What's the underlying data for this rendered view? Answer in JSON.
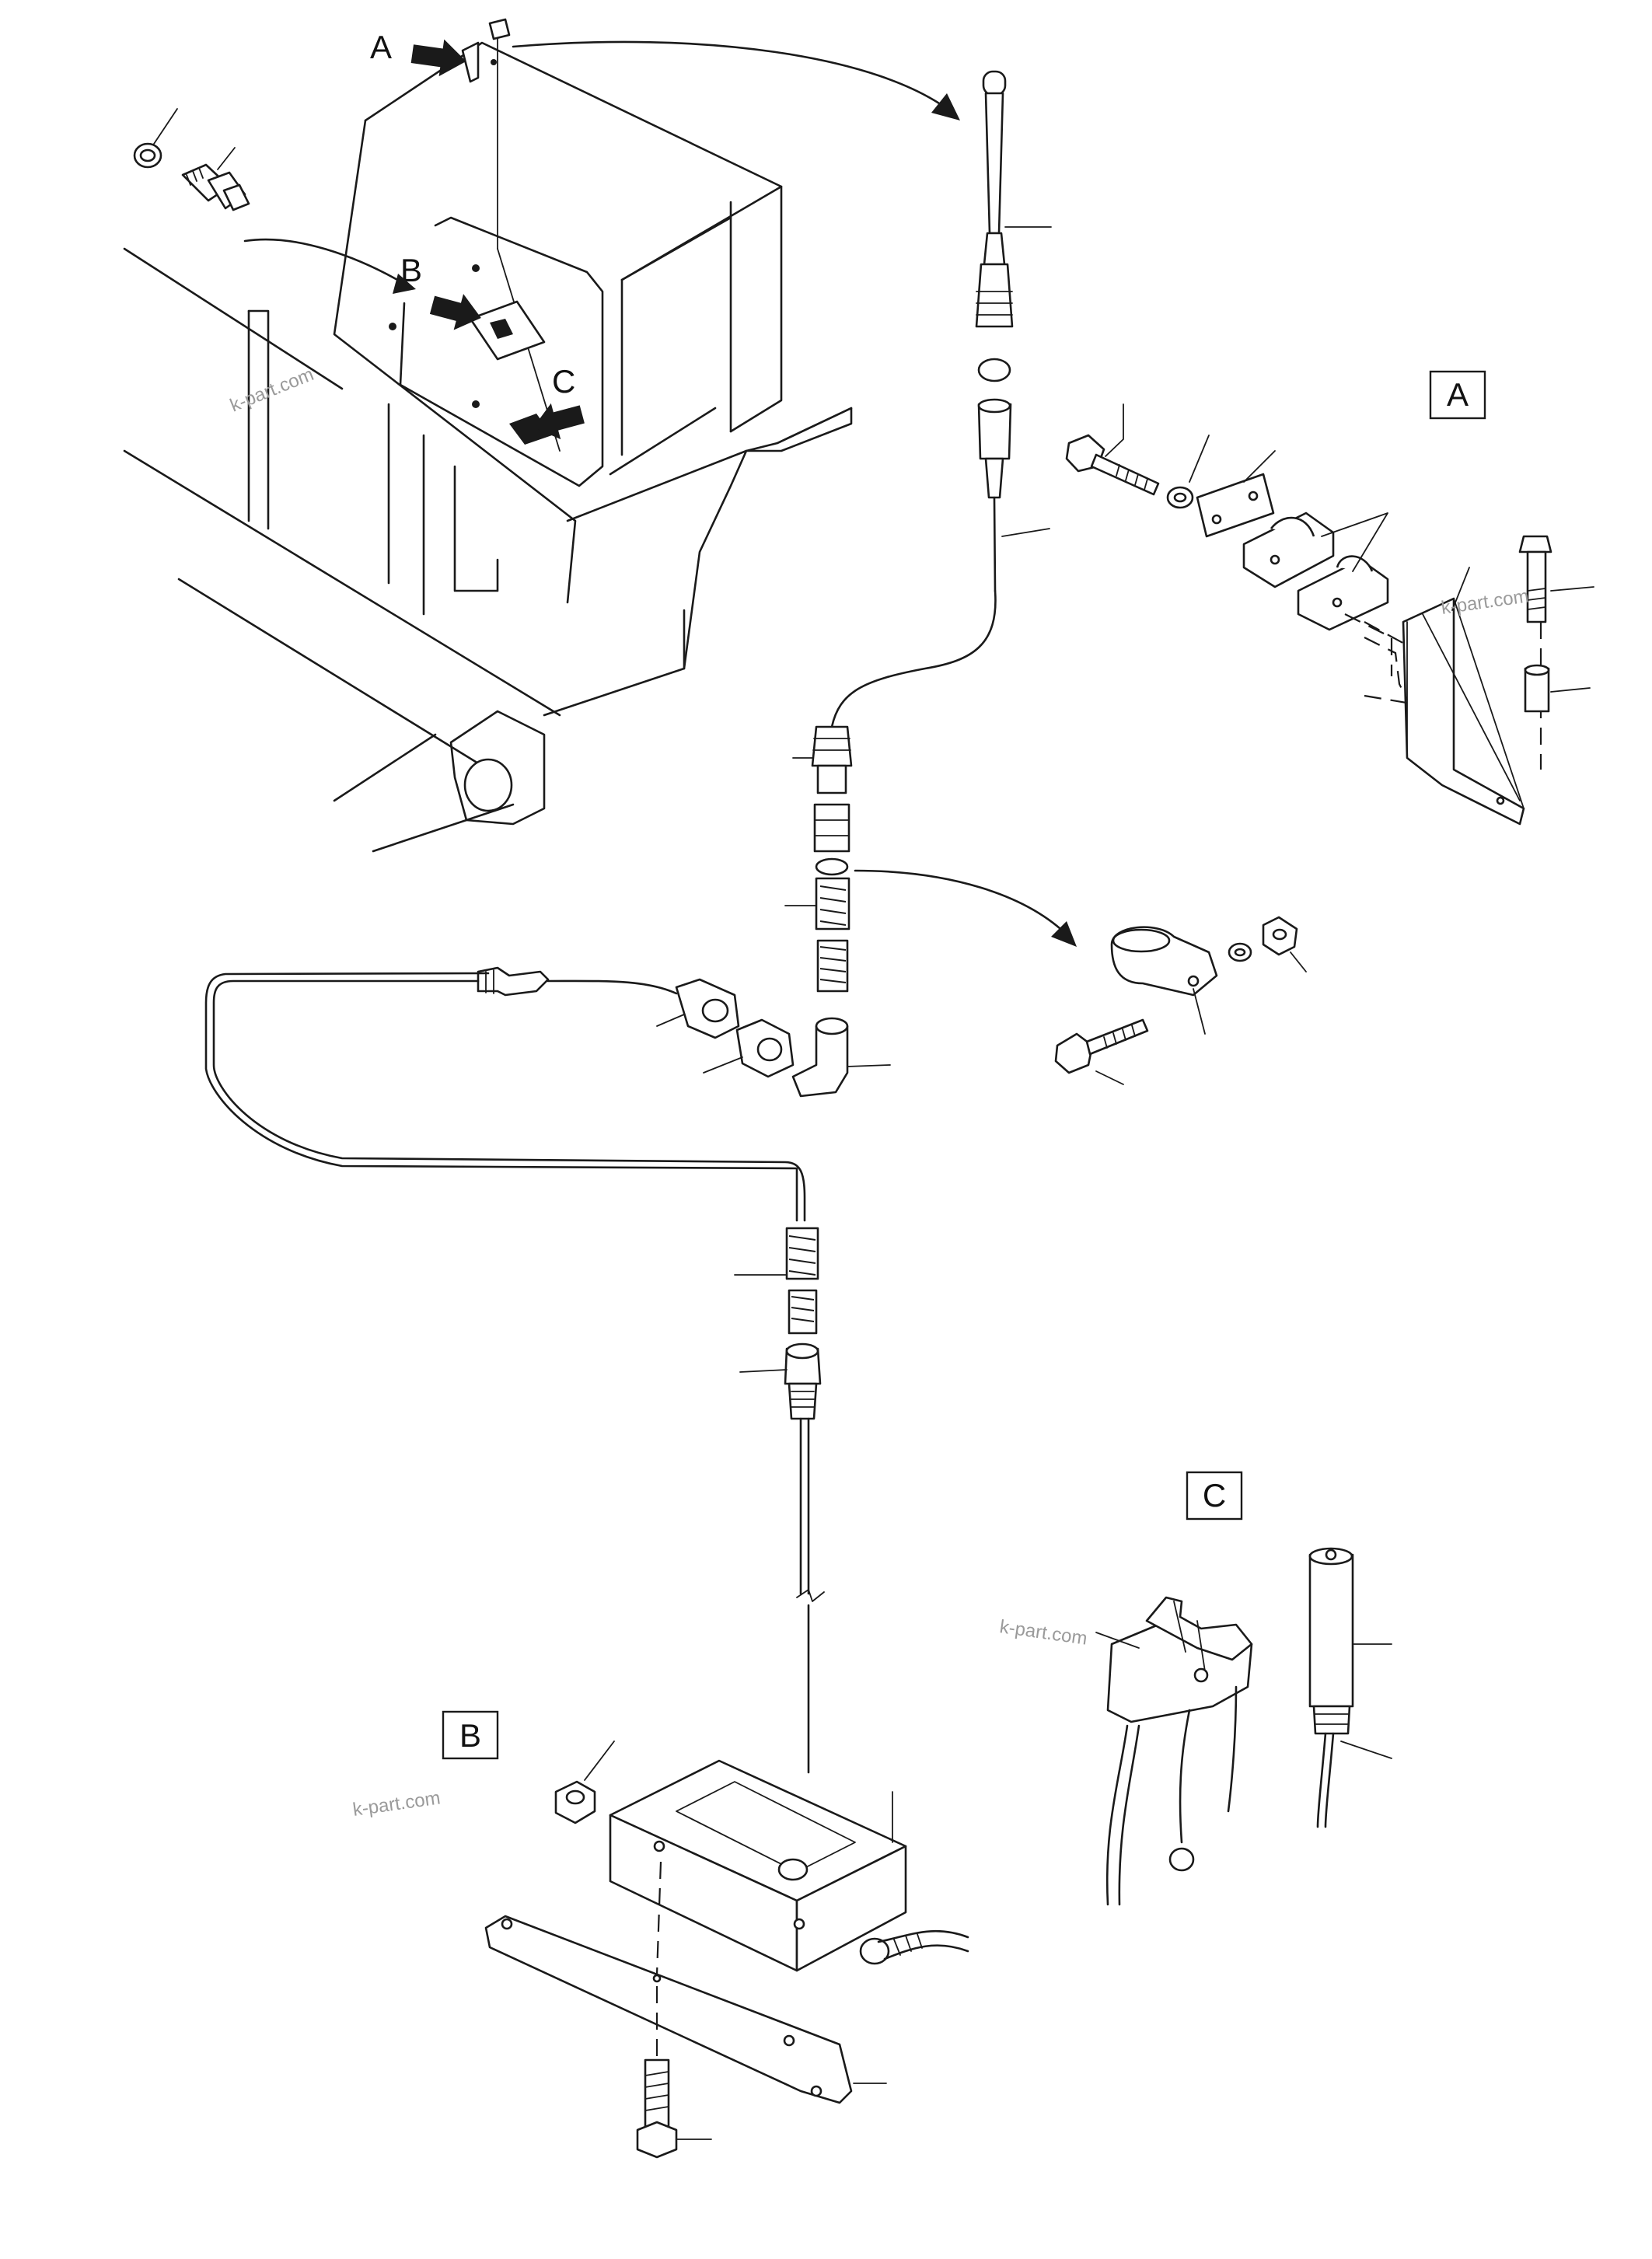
{
  "callouts": {
    "a": "A",
    "b": "B",
    "c": "C"
  },
  "detail_views": {
    "a": "A",
    "b": "B",
    "c": "C"
  },
  "watermark": "k-part.com"
}
